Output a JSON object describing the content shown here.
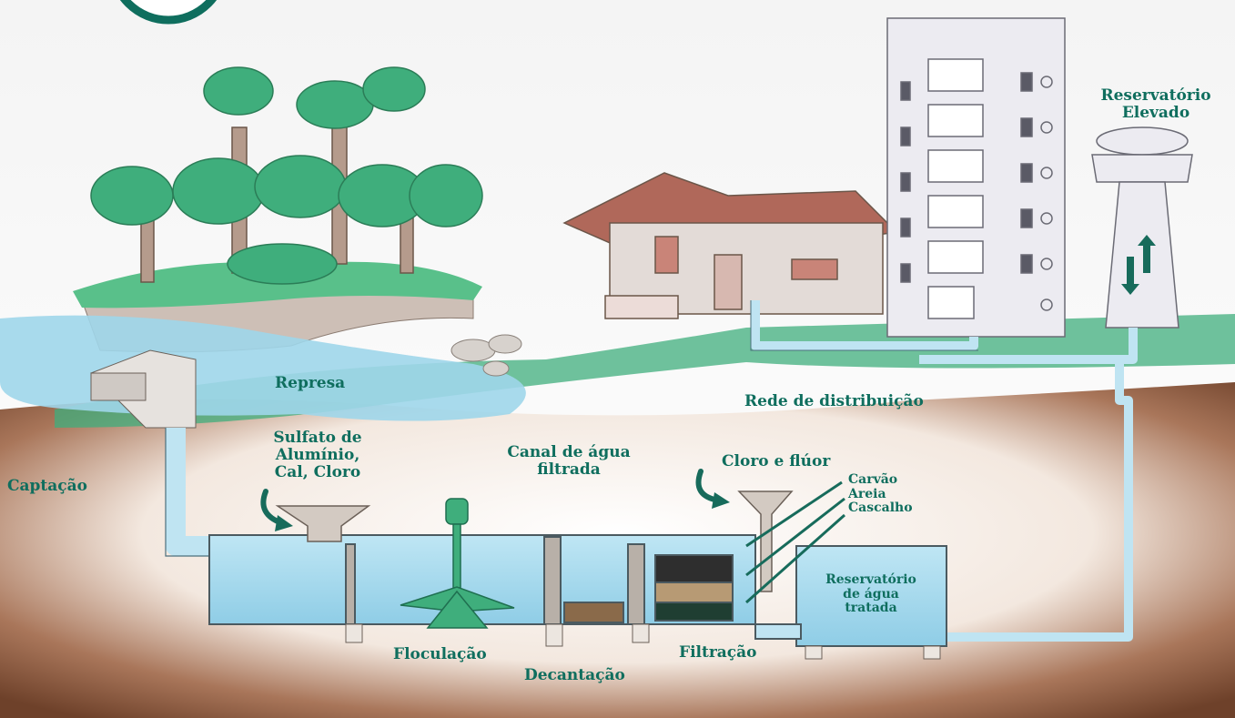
{
  "labels": {
    "represa": "Represa",
    "captacao": "Captação",
    "sulfato": [
      "Sulfato de",
      "Alumínio,",
      "Cal, Cloro"
    ],
    "canal": [
      "Canal de água",
      "filtrada"
    ],
    "cloro_fluor": "Cloro e flúor",
    "filtro": [
      "Carvão",
      "Areia",
      "Cascalho"
    ],
    "reservatorio_agua": [
      "Reservatório",
      "de água",
      "tratada"
    ],
    "floculacao": "Floculação",
    "decantacao": "Decantação",
    "filtracao": "Filtração",
    "rede": "Rede de distribuição",
    "reservatorio_elevado": [
      "Reservatório",
      "Elevado"
    ]
  },
  "colors": {
    "label": "#0f6e5e",
    "water": "#9fd6ea",
    "pipe": "#bfe4f2",
    "soil": "#8a5a3c",
    "foliage": "#3fae7c",
    "arrow": "#176b5b"
  }
}
